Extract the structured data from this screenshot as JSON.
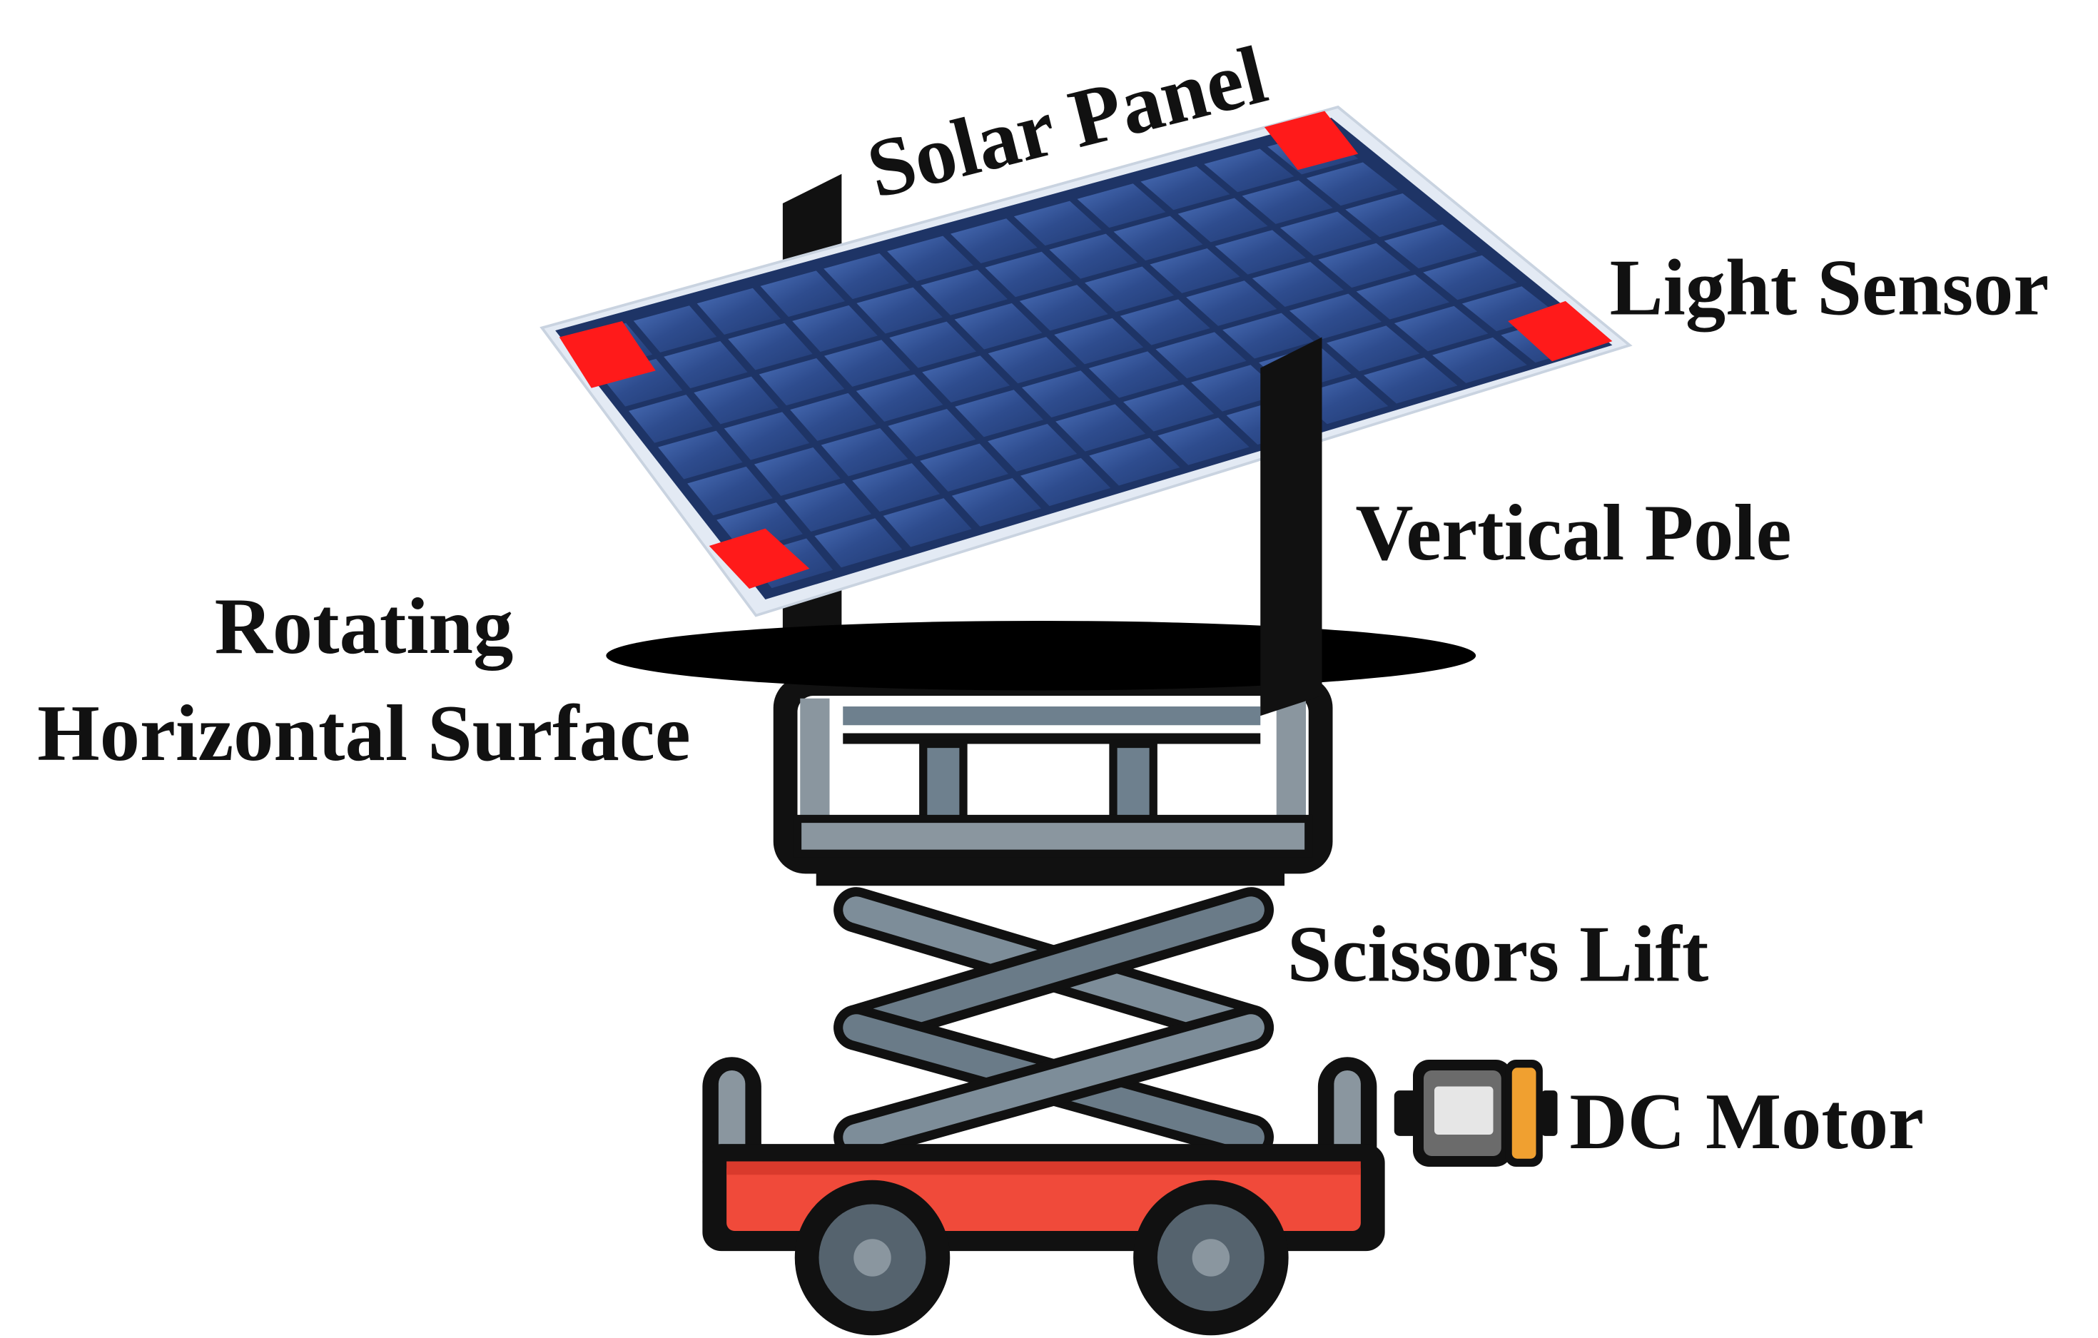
{
  "labels": {
    "solar_panel": "Solar Panel",
    "light_sensor": "Light Sensor",
    "vertical_pole": "Vertical Pole",
    "rotating_line1": "Rotating",
    "rotating_line2": "Horizontal Surface",
    "scissors_lift": "Scissors Lift",
    "dc_motor": "DC Motor"
  },
  "colors": {
    "panel_cell": "#2d4a8a",
    "panel_cell_light": "#3f63ab",
    "panel_frame": "#dfe7f2",
    "sensor": "#ff1a1a",
    "pole": "#111111",
    "lift_bar": "#6a7b88",
    "lift_outline": "#111111",
    "cart_body": "#f04a3a",
    "wheel": "#55636e",
    "motor_body": "#6b6b6b",
    "motor_cap": "#f0a030",
    "text": "#111111"
  },
  "icons": {
    "panel": "solar-panel-icon",
    "sensor": "light-sensor-icon",
    "lift": "scissors-lift-icon",
    "motor": "dc-motor-icon"
  }
}
